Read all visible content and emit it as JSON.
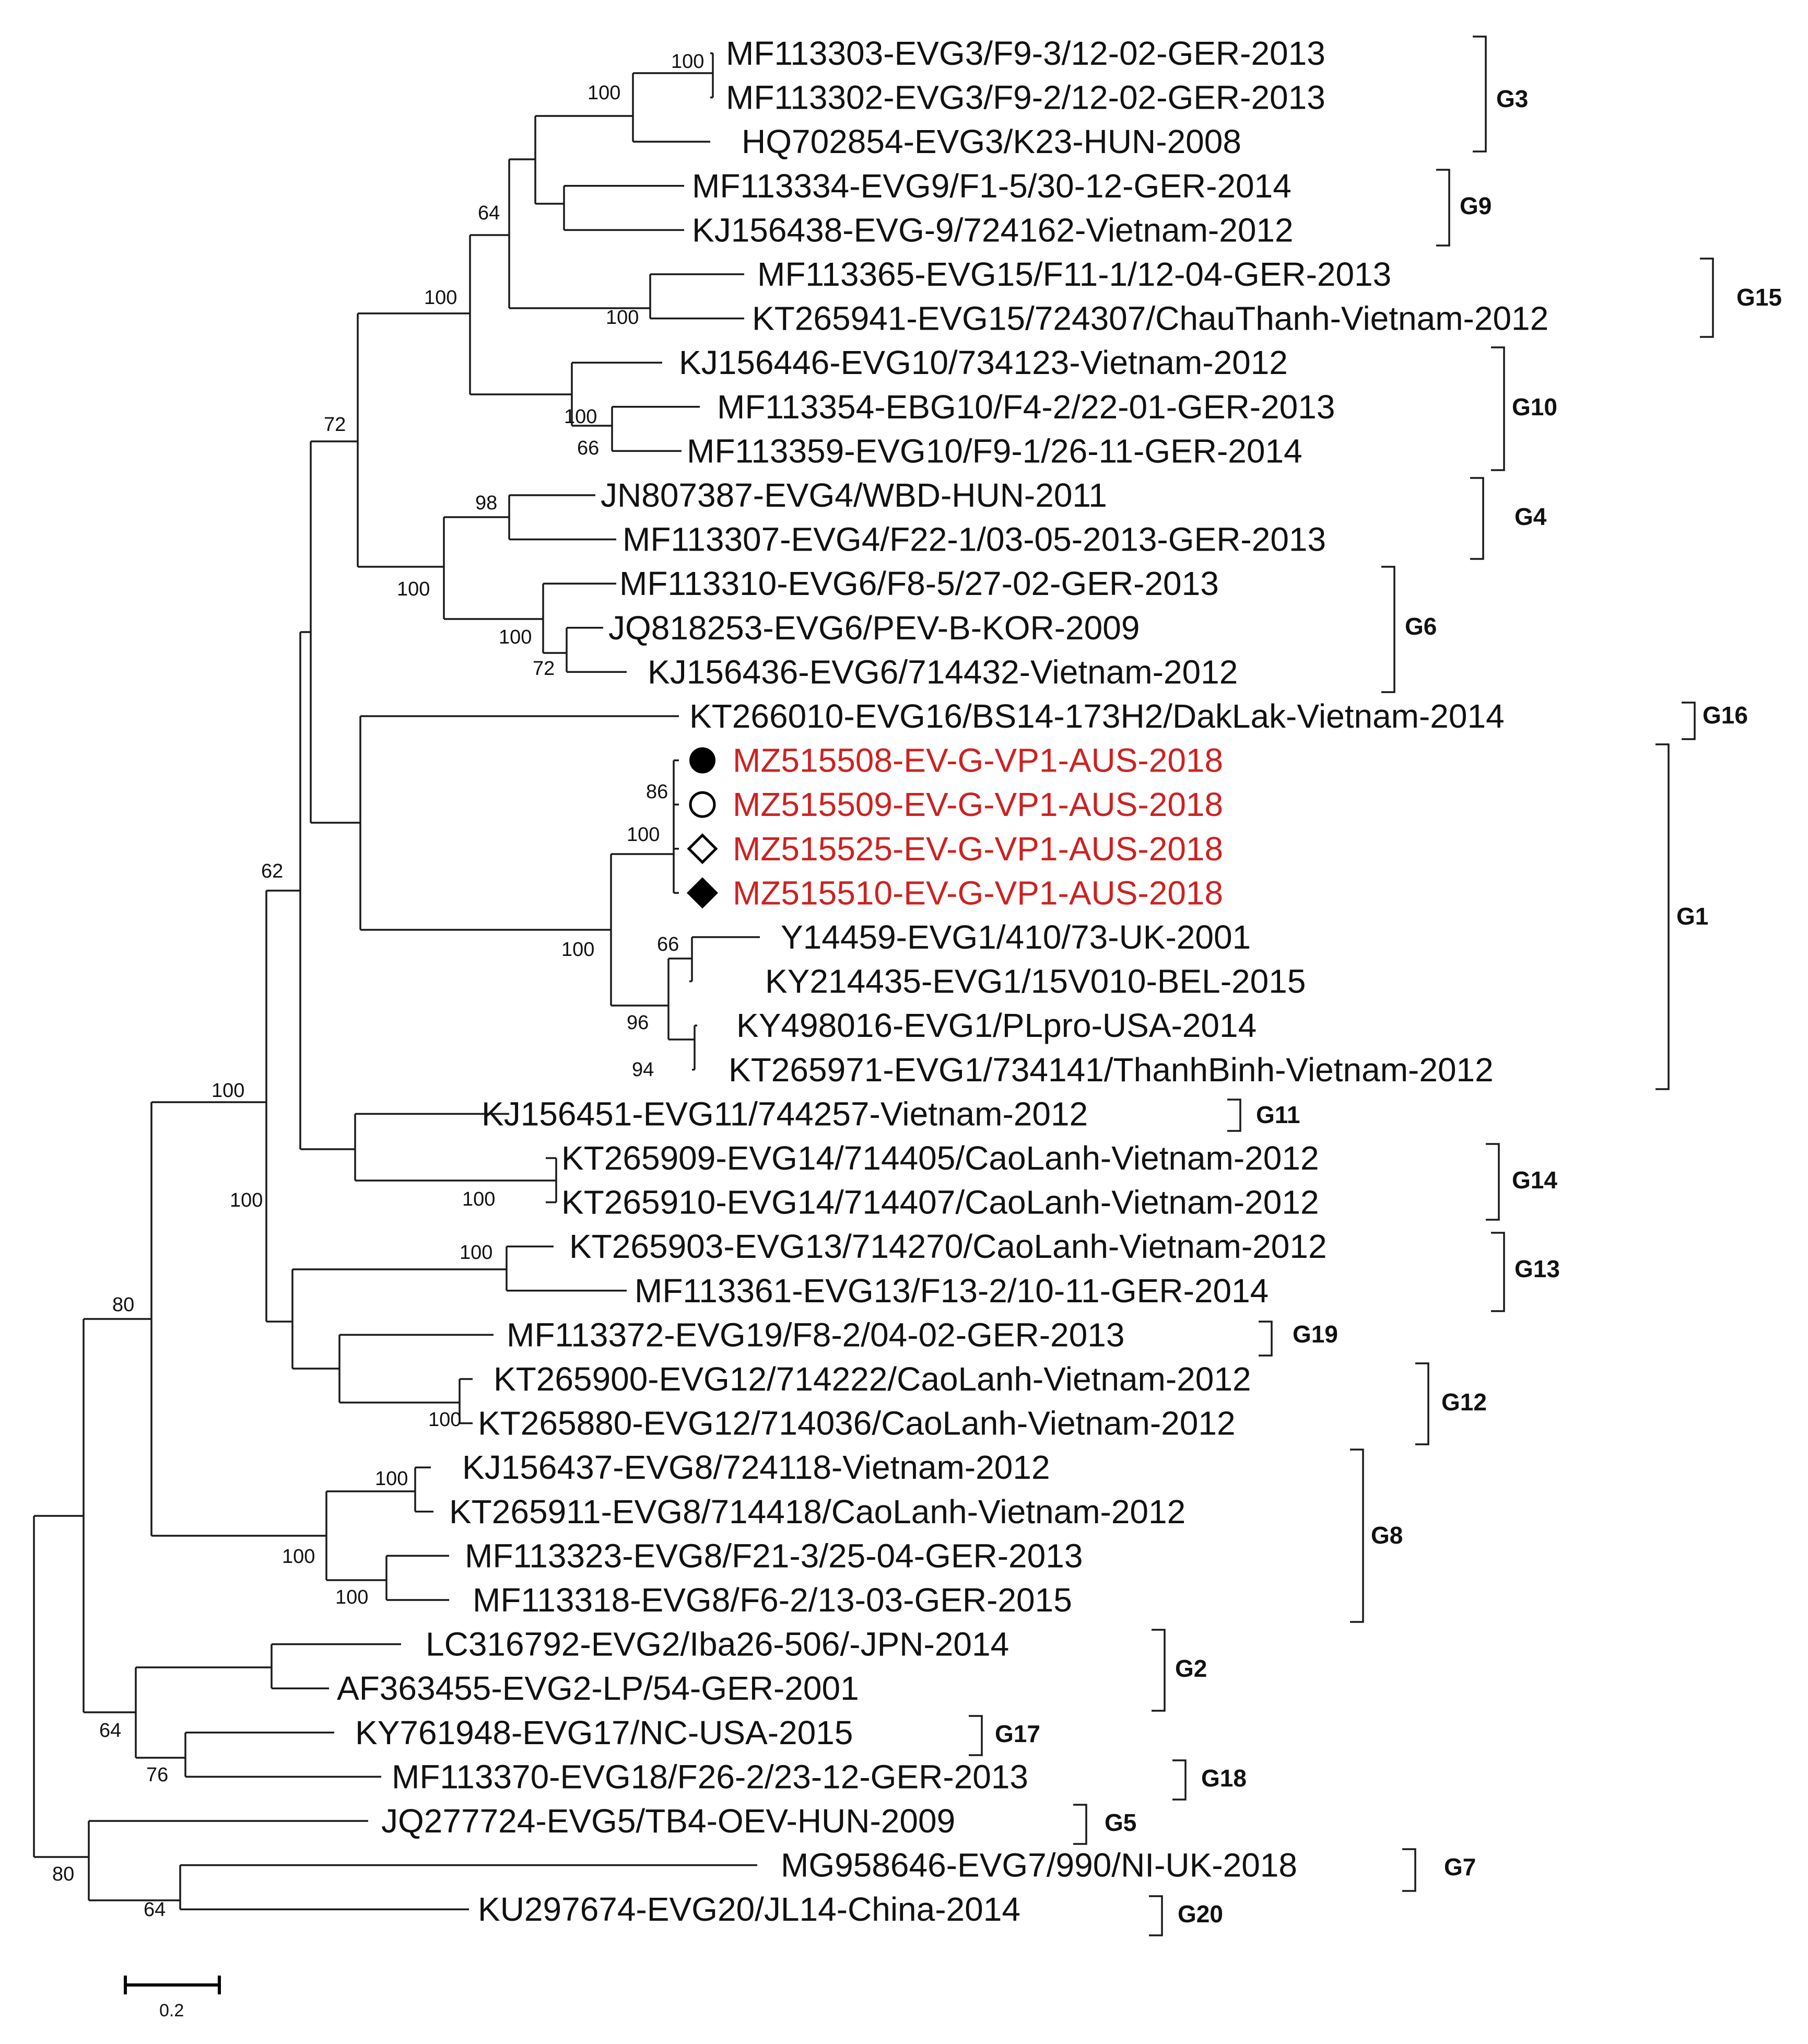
{
  "colors": {
    "text": "#111111",
    "highlight": "#cc2222",
    "line": "#1a1a1a"
  },
  "taxa": [
    {
      "label": "MF113303-EVG3/F9-3/12-02-GER-2013"
    },
    {
      "label": "MF113302-EVG3/F9-2/12-02-GER-2013"
    },
    {
      "label": "HQ702854-EVG3/K23-HUN-2008"
    },
    {
      "label": "MF113334-EVG9/F1-5/30-12-GER-2014"
    },
    {
      "label": "KJ156438-EVG-9/724162-Vietnam-2012"
    },
    {
      "label": "MF113365-EVG15/F11-1/12-04-GER-2013"
    },
    {
      "label": "KT265941-EVG15/724307/ChauThanh-Vietnam-2012"
    },
    {
      "label": "KJ156446-EVG10/734123-Vietnam-2012"
    },
    {
      "label": "MF113354-EBG10/F4-2/22-01-GER-2013"
    },
    {
      "label": "MF113359-EVG10/F9-1/26-11-GER-2014"
    },
    {
      "label": "JN807387-EVG4/WBD-HUN-2011"
    },
    {
      "label": "MF113307-EVG4/F22-1/03-05-2013-GER-2013"
    },
    {
      "label": "MF113310-EVG6/F8-5/27-02-GER-2013"
    },
    {
      "label": "JQ818253-EVG6/PEV-B-KOR-2009"
    },
    {
      "label": "KJ156436-EVG6/714432-Vietnam-2012"
    },
    {
      "label": "KT266010-EVG16/BS14-173H2/DakLak-Vietnam-2014"
    },
    {
      "label": "MZ515508-EV-G-VP1-AUS-2018",
      "highlight": true,
      "marker": "filled-circle-icon"
    },
    {
      "label": "MZ515509-EV-G-VP1-AUS-2018",
      "highlight": true,
      "marker": "open-circle-icon"
    },
    {
      "label": "MZ515525-EV-G-VP1-AUS-2018",
      "highlight": true,
      "marker": "open-diamond-icon"
    },
    {
      "label": "MZ515510-EV-G-VP1-AUS-2018",
      "highlight": true,
      "marker": "filled-diamond-icon"
    },
    {
      "label": "Y14459-EVG1/410/73-UK-2001"
    },
    {
      "label": "KY214435-EVG1/15V010-BEL-2015"
    },
    {
      "label": "KY498016-EVG1/PLpro-USA-2014"
    },
    {
      "label": "KT265971-EVG1/734141/ThanhBinh-Vietnam-2012"
    },
    {
      "label": "KJ156451-EVG11/744257-Vietnam-2012"
    },
    {
      "label": "KT265909-EVG14/714405/CaoLanh-Vietnam-2012"
    },
    {
      "label": "KT265910-EVG14/714407/CaoLanh-Vietnam-2012"
    },
    {
      "label": "KT265903-EVG13/714270/CaoLanh-Vietnam-2012"
    },
    {
      "label": "MF113361-EVG13/F13-2/10-11-GER-2014"
    },
    {
      "label": "MF113372-EVG19/F8-2/04-02-GER-2013"
    },
    {
      "label": "KT265900-EVG12/714222/CaoLanh-Vietnam-2012"
    },
    {
      "label": "KT265880-EVG12/714036/CaoLanh-Vietnam-2012"
    },
    {
      "label": "KJ156437-EVG8/724118-Vietnam-2012"
    },
    {
      "label": "KT265911-EVG8/714418/CaoLanh-Vietnam-2012"
    },
    {
      "label": "MF113323-EVG8/F21-3/25-04-GER-2013"
    },
    {
      "label": "MF113318-EVG8/F6-2/13-03-GER-2015"
    },
    {
      "label": "LC316792-EVG2/Iba26-506/-JPN-2014"
    },
    {
      "label": "AF363455-EVG2-LP/54-GER-2001"
    },
    {
      "label": "KY761948-EVG17/NC-USA-2015"
    },
    {
      "label": "MF113370-EVG18/F26-2/23-12-GER-2013"
    },
    {
      "label": "JQ277724-EVG5/TB4-OEV-HUN-2009"
    },
    {
      "label": "MG958646-EVG7/990/NI-UK-2018"
    },
    {
      "label": "KU297674-EVG20/JL14-China-2014"
    }
  ],
  "bootstrap": [
    "100",
    "100",
    "64",
    "100",
    "100",
    "72",
    "100",
    "66",
    "98",
    "100",
    "100",
    "72",
    "62",
    "86",
    "100",
    "100",
    "66",
    "96",
    "94",
    "100",
    "100",
    "100",
    "80",
    "100",
    "100",
    "100",
    "100",
    "100",
    "64",
    "76",
    "80",
    "64"
  ],
  "genotype_groups": [
    "G3",
    "G9",
    "G15",
    "G10",
    "G4",
    "G6",
    "G16",
    "G1",
    "G11",
    "G14",
    "G13",
    "G19",
    "G12",
    "G8",
    "G2",
    "G17",
    "G18",
    "G5",
    "G7",
    "G20"
  ],
  "scale_bar": {
    "label": "0.2"
  }
}
